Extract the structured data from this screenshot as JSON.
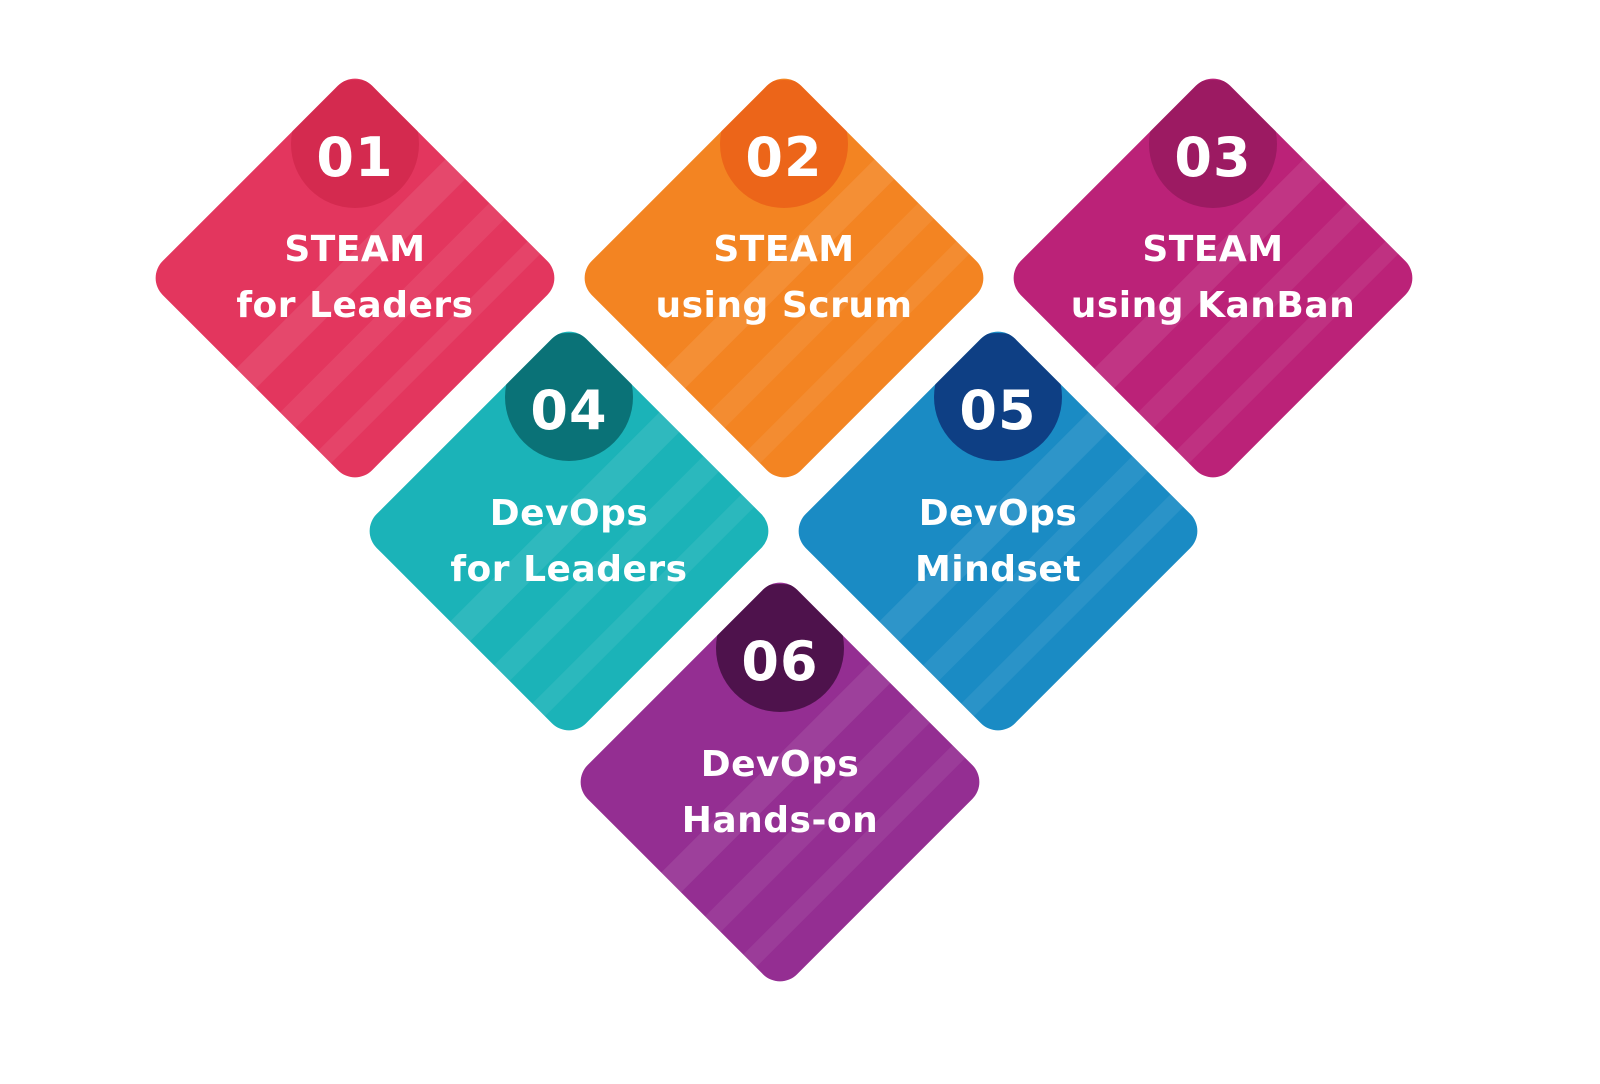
{
  "items": [
    {
      "number": "01",
      "line1": "STEAM",
      "line2": "for Leaders",
      "color": "#e3365e",
      "cap": "#d42a4f"
    },
    {
      "number": "02",
      "line1": "STEAM",
      "line2": "using Scrum",
      "color": "#f38422",
      "cap": "#ec6519"
    },
    {
      "number": "03",
      "line1": "STEAM",
      "line2": "using KanBan",
      "color": "#bb2278",
      "cap": "#9c1a62"
    },
    {
      "number": "04",
      "line1": "DevOps",
      "line2": "for Leaders",
      "color": "#1bb3b8",
      "cap": "#0a7277"
    },
    {
      "number": "05",
      "line1": "DevOps",
      "line2": "Mindset",
      "color": "#1a8bc4",
      "cap": "#0e3f84"
    },
    {
      "number": "06",
      "line1": "DevOps",
      "line2": "Hands-on",
      "color": "#942e92",
      "cap": "#4e124c"
    }
  ]
}
